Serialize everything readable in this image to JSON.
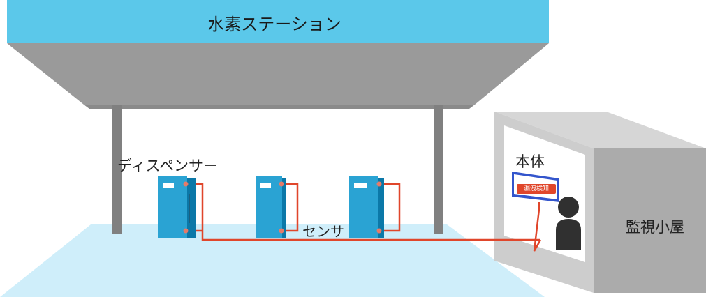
{
  "labels": {
    "station": "水素ステーション",
    "dispenser": "ディスペンサー",
    "sensor": "センサ",
    "main_unit": "本体",
    "alarm": "漏洩検知",
    "monitor_room": "監視小屋"
  },
  "colors": {
    "canopy_top": "#5bc8ea",
    "canopy_roof": "#9a9a9a",
    "pillar": "#808080",
    "floor": "#cfeefa",
    "dispenser": "#2aa3d3",
    "dispenser_dark": "#0b78a8",
    "wire": "#e0462b",
    "sensor_dot": "#e57b6a",
    "building_front": "#c9c9c9",
    "building_side": "#a9a9a9",
    "alarm_panel": "#3355cc",
    "alarm_label": "#e0462b",
    "person": "#303030"
  }
}
